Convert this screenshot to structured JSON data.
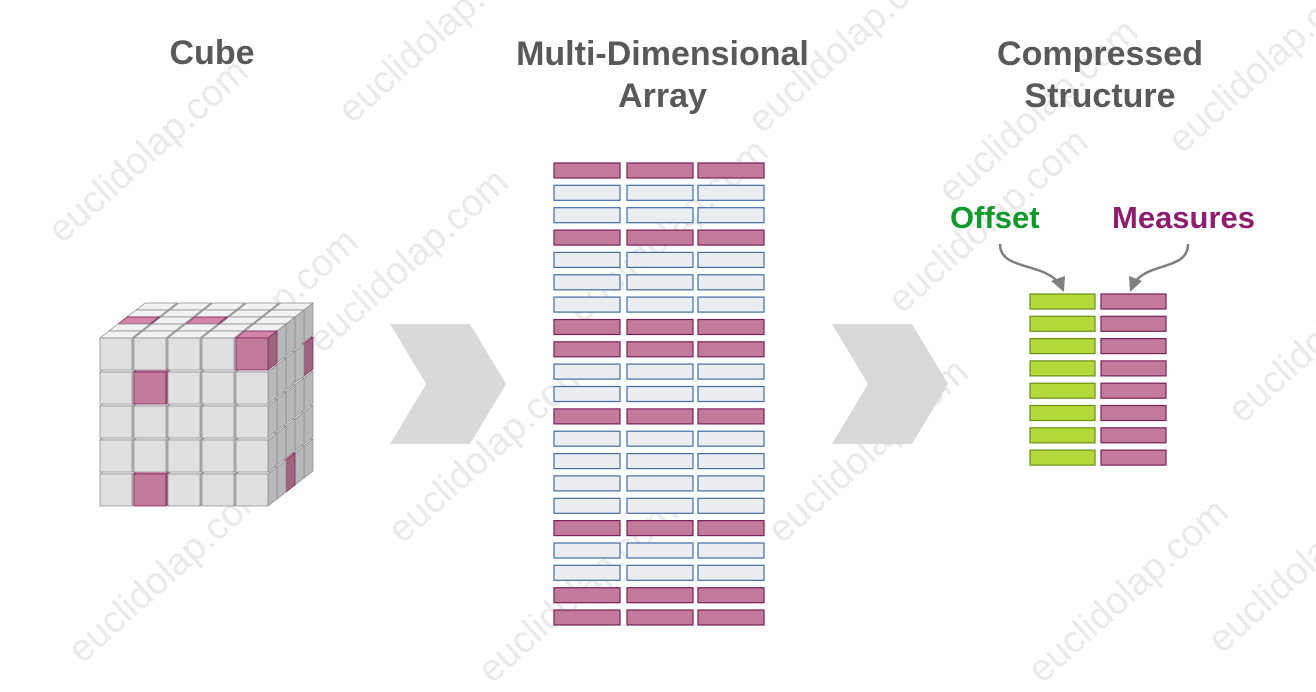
{
  "titles": {
    "cube": "Cube",
    "multi_dimensional_array_line1": "Multi-Dimensional",
    "multi_dimensional_array_line2": "Array",
    "compressed_structure_line1": "Compressed",
    "compressed_structure_line2": "Structure"
  },
  "labels": {
    "offset": "Offset",
    "measures": "Measures"
  },
  "watermark": "euclidolap.com",
  "colors": {
    "title": "#595959",
    "filled_cell": "#c27b9b",
    "filled_cell_border": "#7a1f5c",
    "empty_cell": "#ebedf0",
    "empty_cell_border": "#3f6da8",
    "offset_cell": "#b3d93a",
    "offset_cell_border": "#6a8f14",
    "offset_label": "#0f9a2a",
    "measures_label": "#8e1d6f",
    "arrow": "#d9d9d9",
    "pointer": "#7f7f7f",
    "cube_cell_gray": "#e0e0e0",
    "cube_cell_pink": "#c27b9b"
  },
  "array_rows": [
    "filled",
    "empty",
    "empty",
    "filled",
    "empty",
    "empty",
    "empty",
    "filled",
    "filled",
    "empty",
    "empty",
    "filled",
    "empty",
    "empty",
    "empty",
    "empty",
    "filled",
    "empty",
    "empty",
    "filled",
    "filled"
  ],
  "array_columns": 3,
  "compressed_rows": 8,
  "cube": {
    "dims": [
      5,
      5,
      5
    ],
    "pink_cells": [
      [
        4,
        0,
        2
      ],
      [
        3,
        1,
        1
      ],
      [
        2,
        2,
        1
      ],
      [
        1,
        0,
        0
      ],
      [
        1,
        3,
        0
      ],
      [
        0,
        1,
        4
      ],
      [
        4,
        4,
        0
      ],
      [
        2,
        4,
        2
      ],
      [
        3,
        0,
        4
      ],
      [
        4,
        3,
        4
      ],
      [
        0,
        4,
        2
      ]
    ]
  }
}
